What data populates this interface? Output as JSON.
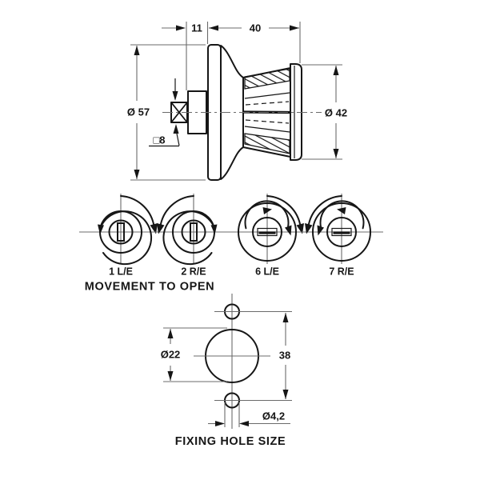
{
  "drawing_type": "knob-set technical drawing",
  "side_view": {
    "dim_spindle_boss_length": "11",
    "dim_knob_depth": "40",
    "dim_rose_diameter": "Ø 57",
    "dim_knob_diameter": "Ø 42",
    "dim_spindle_square": "□8"
  },
  "movement": {
    "title": "MOVEMENT TO OPEN",
    "options": [
      {
        "label": "1 L/E",
        "turn": "counterclockwise"
      },
      {
        "label": "2 R/E",
        "turn": "clockwise"
      },
      {
        "label": "6 L/E",
        "turn": "clockwise"
      },
      {
        "label": "7 R/E",
        "turn": "counterclockwise"
      }
    ]
  },
  "fixing": {
    "title": "FIXING HOLE SIZE",
    "dim_spindle_hole_diameter": "Ø22",
    "dim_fixing_hole_spacing": "38",
    "dim_fixing_hole_diameter": "Ø4,2"
  },
  "colors": {
    "line": "#161616",
    "dimension_line": "#6b6b6b",
    "background": "#ffffff"
  }
}
